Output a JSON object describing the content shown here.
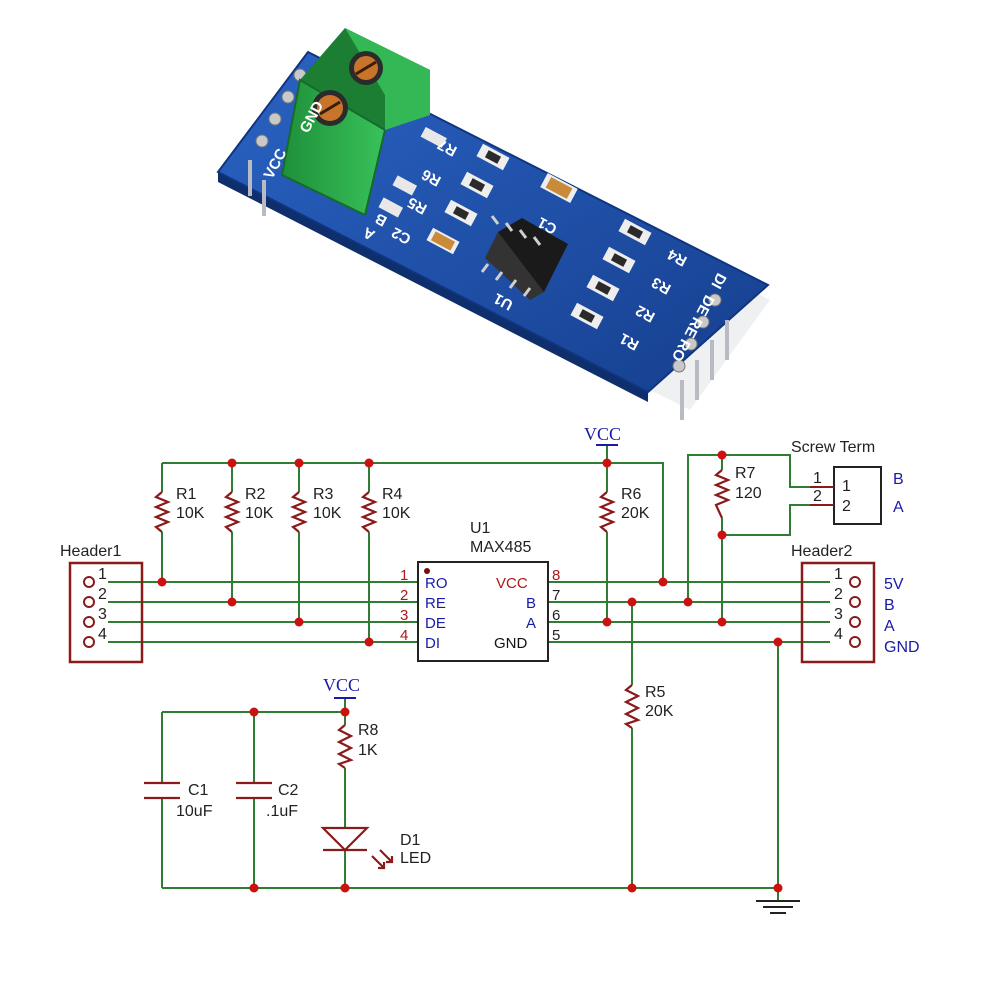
{
  "board": {
    "silkscreen": {
      "vcc": "VCC",
      "b": "B",
      "a": "A",
      "gnd": "GND",
      "r7": "R7",
      "r6": "R6",
      "r5": "R5",
      "c2": "C2",
      "c1": "C1",
      "u1": "U1",
      "r4": "R4",
      "r3": "R3",
      "r2": "R2",
      "r1": "R1",
      "di": "DI",
      "de": "DE",
      "re": "RE",
      "ro": "RO"
    },
    "colors": {
      "pcb": "#1b4fa8",
      "terminal": "#27a845",
      "chip": "#1a1a1a"
    }
  },
  "schematic": {
    "vcc_top": "VCC",
    "vcc_led": "VCC",
    "screw_term": {
      "title": "Screw Term",
      "pin1": "1",
      "pin2": "2",
      "label_b": "B",
      "label_a": "A"
    },
    "resistors": {
      "r1": {
        "ref": "R1",
        "value": "10K"
      },
      "r2": {
        "ref": "R2",
        "value": "10K"
      },
      "r3": {
        "ref": "R3",
        "value": "10K"
      },
      "r4": {
        "ref": "R4",
        "value": "10K"
      },
      "r5": {
        "ref": "R5",
        "value": "20K"
      },
      "r6": {
        "ref": "R6",
        "value": "20K"
      },
      "r7": {
        "ref": "R7",
        "value": "120"
      },
      "r8": {
        "ref": "R8",
        "value": "1K"
      }
    },
    "chip": {
      "ref": "U1",
      "part": "MAX485",
      "left_pins": [
        {
          "num": "1",
          "name": "RO"
        },
        {
          "num": "2",
          "name": "RE"
        },
        {
          "num": "3",
          "name": "DE"
        },
        {
          "num": "4",
          "name": "DI"
        }
      ],
      "right_pins": [
        {
          "num": "8",
          "name": "VCC"
        },
        {
          "num": "7",
          "name": "B"
        },
        {
          "num": "6",
          "name": "A"
        },
        {
          "num": "5",
          "name": "GND"
        }
      ]
    },
    "header1": {
      "title": "Header1",
      "pins": [
        "1",
        "2",
        "3",
        "4"
      ]
    },
    "header2": {
      "title": "Header2",
      "pins": [
        "1",
        "2",
        "3",
        "4"
      ],
      "labels": [
        "5V",
        "B",
        "A",
        "GND"
      ]
    },
    "c1": {
      "ref": "C1",
      "value": "10uF"
    },
    "c2": {
      "ref": "C2",
      "value": ".1uF"
    },
    "d1": {
      "ref": "D1",
      "value": "LED"
    },
    "colors": {
      "wire": "#2e7d32",
      "part": "#8b1a1a",
      "label": "#1a1aa8",
      "junction": "#cc1111",
      "pin_number": "#b01818"
    }
  }
}
